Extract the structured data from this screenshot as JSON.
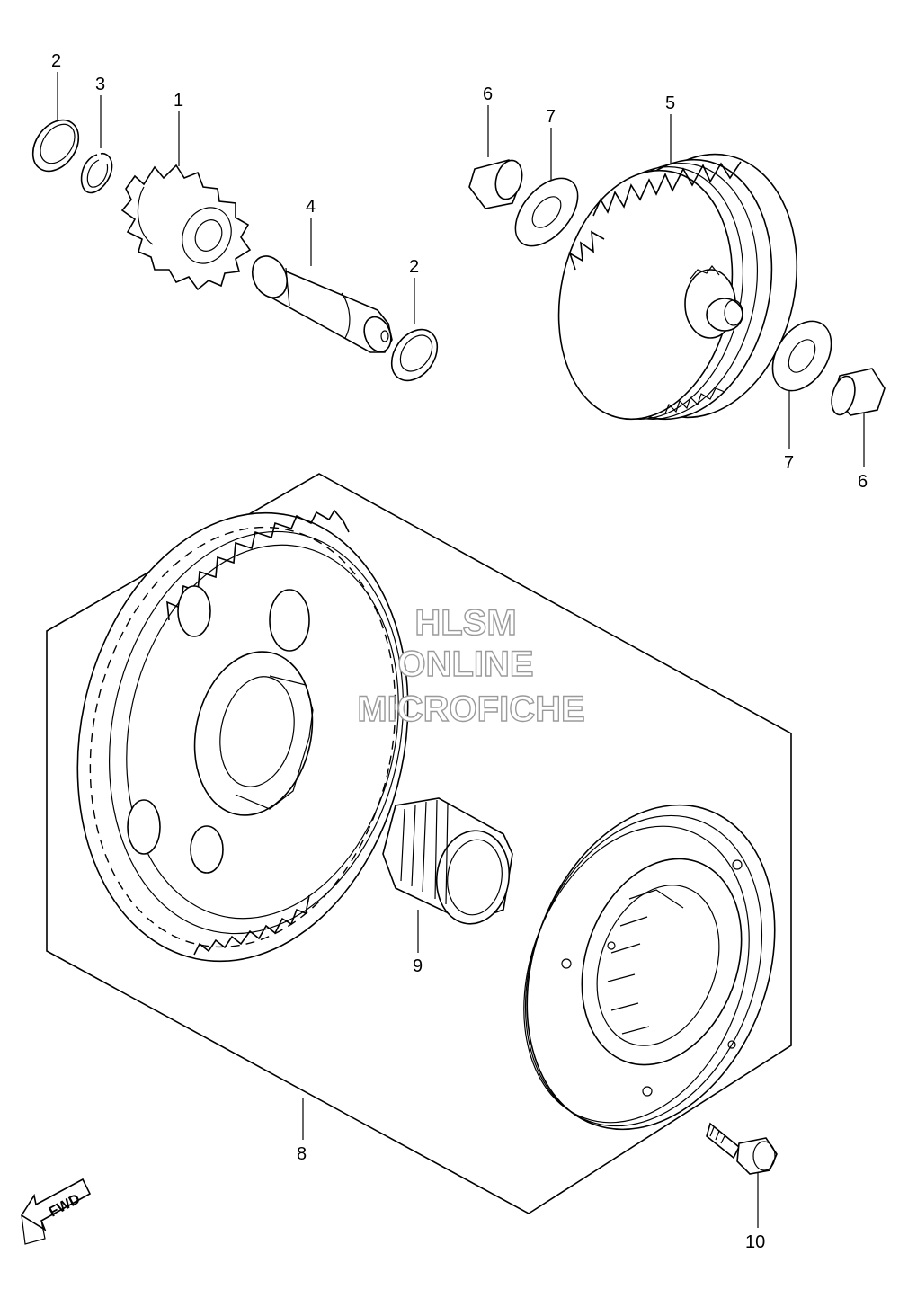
{
  "callouts": {
    "c1": "1",
    "c2a": "2",
    "c2b": "2",
    "c3": "3",
    "c4": "4",
    "c5": "5",
    "c6a": "6",
    "c6b": "6",
    "c7a": "7",
    "c7b": "7",
    "c8": "8",
    "c9": "9",
    "c10": "10"
  },
  "watermark": {
    "line1": "HLSM",
    "line2": "ONLINE",
    "line3": "MICROFICHE"
  },
  "direction_marker": {
    "label": "FWD"
  }
}
